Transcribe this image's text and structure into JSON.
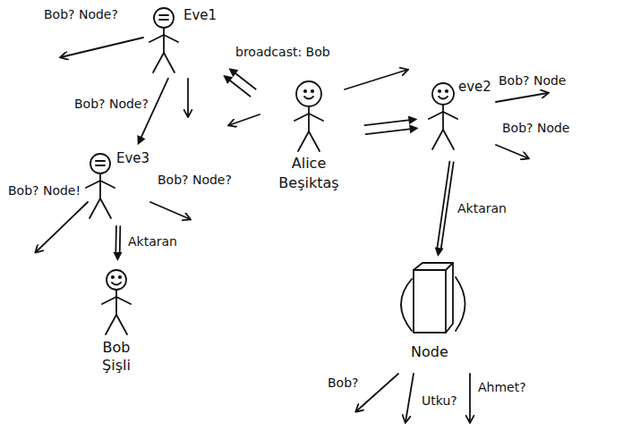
{
  "diagram": {
    "nodes": [
      {
        "text": [
          "Eve1"
        ]
      },
      {
        "text": [
          "Alice",
          "Beşiktaş"
        ]
      },
      {
        "text": [
          "eve2"
        ]
      },
      {
        "text": [
          "Eve3"
        ]
      },
      {
        "text": [
          "Bob",
          "Şişli"
        ]
      },
      {
        "text": [
          "Node"
        ]
      }
    ],
    "edges": [
      {
        "from": 1,
        "to": 0,
        "arrow": "to",
        "label": "broadcast: Bob"
      },
      {
        "from": 1,
        "to": 0,
        "arrow": "to"
      },
      {
        "from": 1,
        "to": 2,
        "arrow": "to"
      },
      {
        "from": 1,
        "to": 2,
        "arrow": "to"
      },
      {
        "from": 0,
        "to": 3,
        "arrow": "to",
        "label": "Bob? Node?"
      },
      {
        "from": 3,
        "to": 4,
        "arrow": "to",
        "label": "Aktaran"
      },
      {
        "from": 2,
        "to": 5,
        "arrow": "to",
        "label": "Aktaran"
      }
    ],
    "labels": [
      "Bob? Node?",
      "Bob? Node",
      "Bob? Node!",
      "Bob? Node?",
      "Bob? Node",
      "Bob?",
      "Utku?",
      "Ahmet?"
    ]
  }
}
